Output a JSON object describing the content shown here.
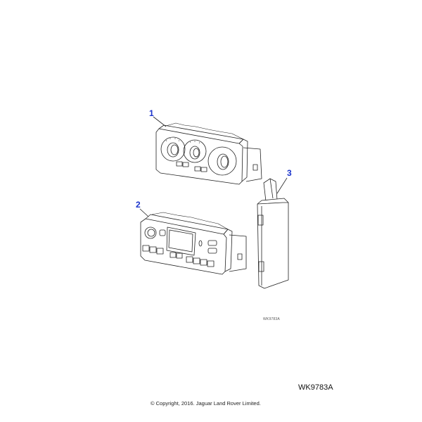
{
  "diagram": {
    "callouts": [
      {
        "id": "1",
        "label": "1",
        "part": "heater-control-panel-manual"
      },
      {
        "id": "2",
        "label": "2",
        "part": "climate-control-panel-automatic"
      },
      {
        "id": "3",
        "label": "3",
        "part": "control-module"
      }
    ],
    "small_reference": "WK9783A",
    "reference_code": "WK9783A",
    "copyright": "© Copyright, 2016. Jaguar Land Rover Limited.",
    "colors": {
      "callout": "#1a33cc",
      "line": "#222222",
      "background": "#ffffff"
    }
  }
}
